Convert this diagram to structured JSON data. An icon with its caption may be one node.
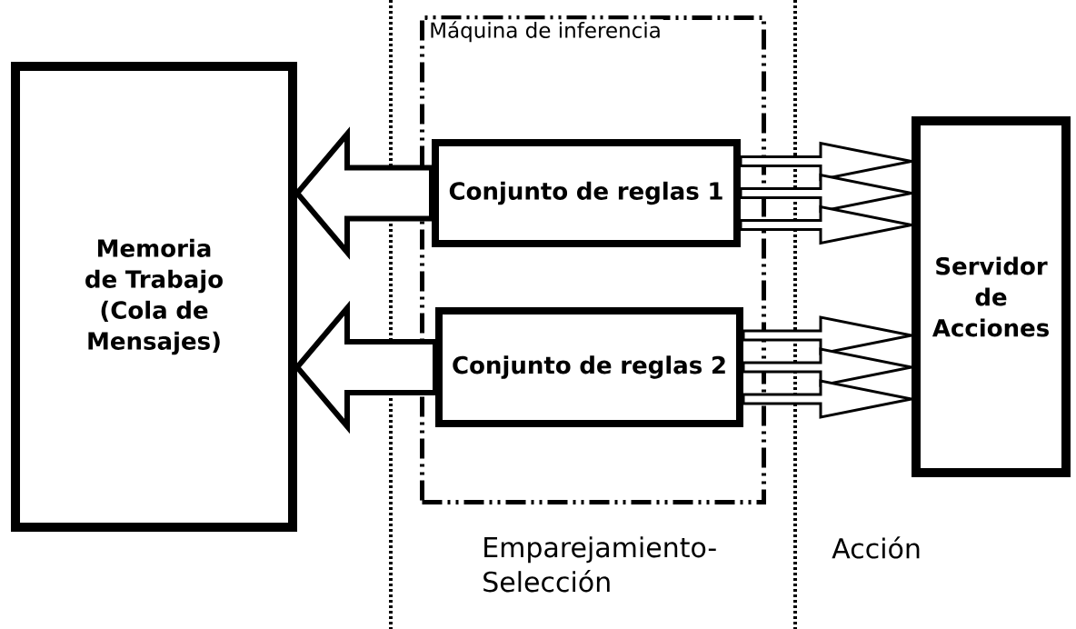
{
  "diagram": {
    "nodes": [
      {
        "text": [
          "Memoria de Trabajo (Cola de Mensajes)"
        ]
      },
      {
        "text": [
          "Máquina de inferencia"
        ]
      },
      {
        "text": [
          "Conjunto de reglas 1"
        ],
        "in": 1
      },
      {
        "text": [
          "Conjunto de reglas 2"
        ],
        "in": 1
      },
      {
        "text": [
          "Servidor de Acciones"
        ]
      }
    ],
    "edges": [
      {
        "from": 2,
        "to": 0,
        "arrow": "to"
      },
      {
        "from": 3,
        "to": 0,
        "arrow": "to"
      },
      {
        "from": 2,
        "to": 4,
        "arrow": "to"
      },
      {
        "from": 2,
        "to": 4,
        "arrow": "to"
      },
      {
        "from": 2,
        "to": 4,
        "arrow": "to"
      },
      {
        "from": 3,
        "to": 4,
        "arrow": "to"
      },
      {
        "from": 3,
        "to": 4,
        "arrow": "to"
      },
      {
        "from": 3,
        "to": 4,
        "arrow": "to"
      }
    ],
    "labels": [
      "Emparejamiento- Selección",
      "Acción"
    ]
  }
}
